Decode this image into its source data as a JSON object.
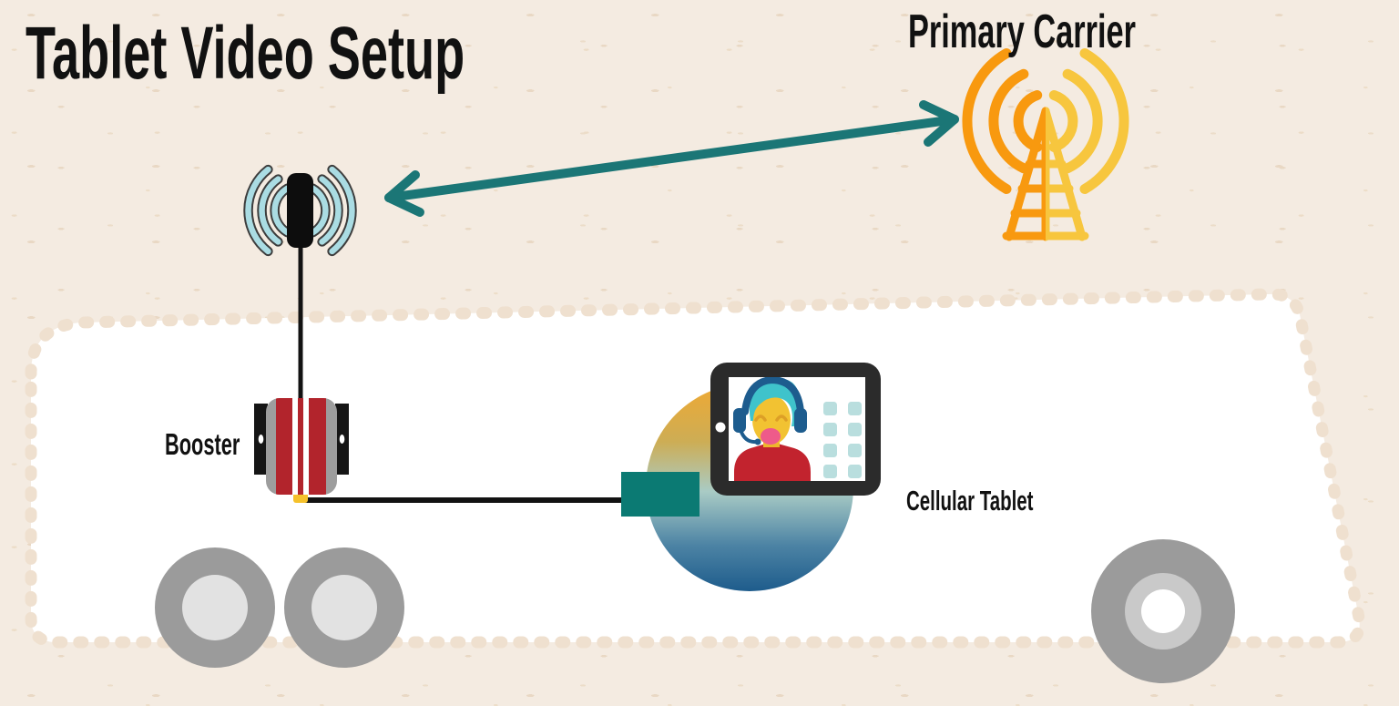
{
  "title": "Tablet Video Setup",
  "labels": {
    "primary_carrier": "Primary Carrier",
    "booster": "Booster",
    "cellular_tablet": "Cellular Tablet"
  },
  "icons": {
    "cell_tower": "cell-tower-icon",
    "rooftop_antenna": "rooftop-antenna-icon",
    "signal_arrow": "double-headed-arrow-icon",
    "booster_device": "signal-booster-device",
    "cellular_tablet": "tablet-video-call-illustration",
    "vehicle": "rv-trailer-outline",
    "wheels": "wheel-icons"
  },
  "colors": {
    "background": "#f4ebe1",
    "speckle": "#e9d8c4",
    "rv_white": "#ffffff",
    "rv_dot": "#efe0cf",
    "text": "#111111",
    "arrow_teal": "#1b7676",
    "tower_orange": "#f8990f",
    "tower_yellow": "#f7c63e",
    "antenna_wave": "#aadce3",
    "antenna_outline": "#3d3d3d",
    "antenna_body": "#0d0d0d",
    "cable_black": "#121212",
    "booster_gray": "#9d9d9d",
    "booster_red": "#b2242c",
    "booster_yellow": "#f5c12b",
    "bracket_black": "#151515",
    "connector_teal": "#0b7a73",
    "tablet_frame": "#2b2b2b",
    "screen_white": "#ffffff",
    "hair_teal": "#3fc3cb",
    "face_yellow": "#f2c232",
    "headphones_blue": "#1d5c8e",
    "shirt_red": "#c2232e",
    "mouth_pink": "#ee5b8a",
    "eye_gold": "#dd9f26",
    "app_tile": "#b9dede",
    "wheel_outer": "#9b9b9b",
    "wheel_inner": "#e2e2e2",
    "wheel_mid": "#c9c9c9",
    "circle_top": "#efa933",
    "circle_mid": "#a9cbc5",
    "circle_bottom": "#1e5c8c"
  }
}
